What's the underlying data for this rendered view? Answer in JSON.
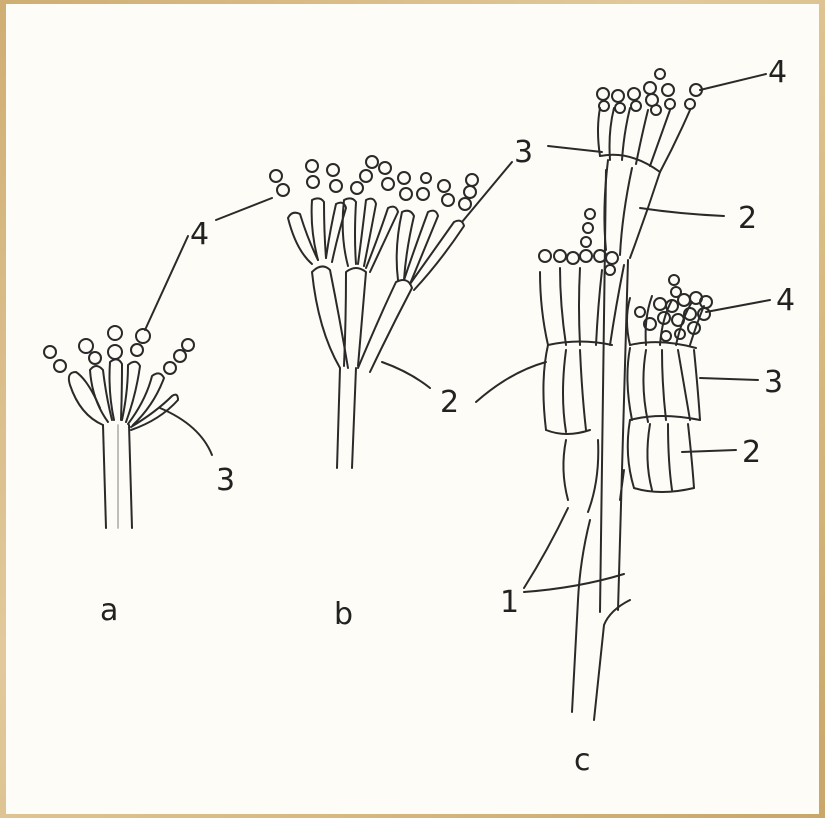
{
  "panels": {
    "a": "a",
    "b": "b",
    "c": "c"
  },
  "callouts": {
    "one": "1",
    "two": "2",
    "three": "3",
    "four": "4"
  }
}
